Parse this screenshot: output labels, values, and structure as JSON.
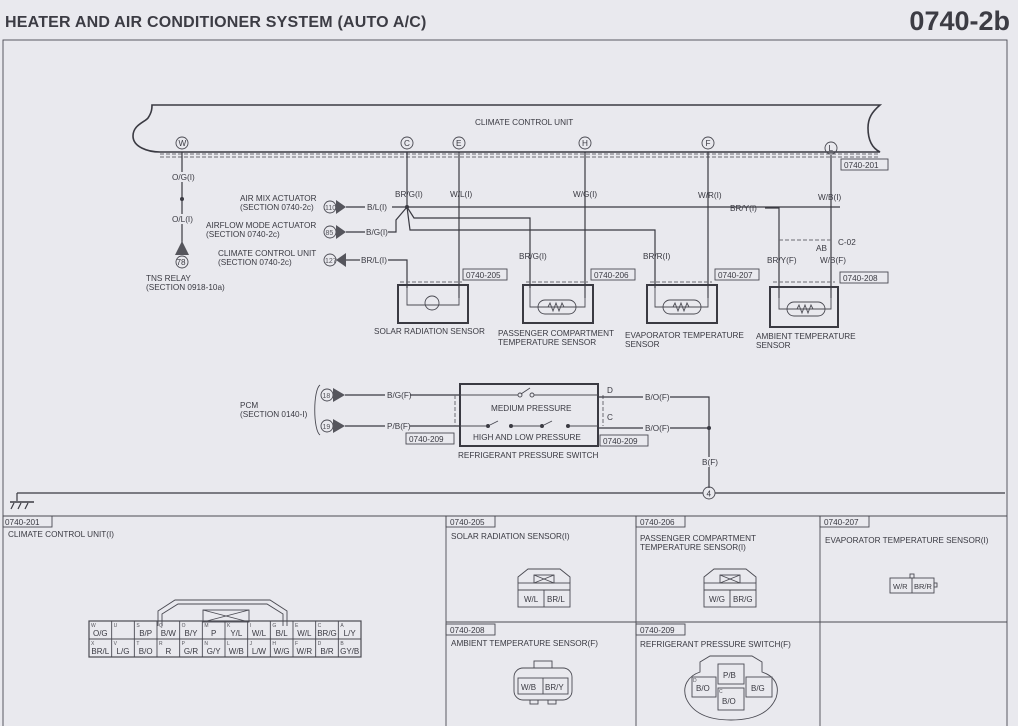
{
  "header": {
    "title": "HEATER AND AIR CONDITIONER SYSTEM (AUTO A/C)",
    "page_number": "0740-2b"
  },
  "schematic": {
    "ccu_label": "CLIMATE CONTROL UNIT",
    "ccu_connector_ref": "0740-201",
    "terminals": [
      "W",
      "C",
      "E",
      "H",
      "F",
      "L"
    ],
    "wires": {
      "og": "O/G(I)",
      "ol": "O/L(I)",
      "brg_i": "BR/G(I)",
      "wl_i": "W/L(I)",
      "wg_i": "W/G(I)",
      "wr_i": "W/R(I)",
      "wb_i": "W/B(I)",
      "bl_i": "B/L(I)",
      "bg_i": "B/G(I)",
      "brl_i": "BR/L(I)",
      "bry_i": "BR/Y(I)",
      "brg_i2": "BR/G(I)",
      "brr_i": "BR/R(I)",
      "bry_f": "BR/Y(F)",
      "wb_f": "W/B(F)",
      "bg_f": "B/G(F)",
      "pb_f": "P/B(F)",
      "bo_f1": "B/O(F)",
      "bo_f2": "B/O(F)",
      "b_f": "B(F)"
    },
    "tns_relay": {
      "pin": "78",
      "label": "TNS RELAY",
      "section": "(SECTION 0918-10a)"
    },
    "air_mix": {
      "pin": "110",
      "label": "AIR MIX ACTUATOR",
      "section": "(SECTION 0740-2c)"
    },
    "airflow": {
      "pin": "85",
      "label": "AIRFLOW MODE ACTUATOR",
      "section": "(SECTION 0740-2c)"
    },
    "ccu_ref": {
      "pin": "127",
      "label": "CLIMATE CONTROL UNIT",
      "section": "(SECTION 0740-2c)"
    },
    "joint": {
      "label": "C-02",
      "pins": "AB"
    },
    "sensors": [
      {
        "ref": "0740-205",
        "name": "SOLAR RADIATION SENSOR",
        "name2": ""
      },
      {
        "ref": "0740-206",
        "name": "PASSENGER COMPARTMENT",
        "name2": "TEMPERATURE SENSOR"
      },
      {
        "ref": "0740-207",
        "name": "EVAPORATOR TEMPERATURE",
        "name2": "SENSOR"
      },
      {
        "ref": "0740-208",
        "name": "AMBIENT TEMPERATURE",
        "name2": "SENSOR"
      }
    ],
    "pcm": {
      "label": "PCM",
      "section": "(SECTION 0140-I)",
      "pins": [
        "18",
        "19"
      ]
    },
    "pressure_switch": {
      "name": "REFRIGERANT PRESSURE SWITCH",
      "medium": "MEDIUM PRESSURE",
      "high_low": "HIGH AND LOW PRESSURE",
      "ref_left": "0740-209",
      "ref_right": "0740-209",
      "term_d": "D",
      "term_c": "C"
    },
    "ground_point": "4"
  },
  "connectors": {
    "ccu": {
      "ref": "0740-201",
      "title": "CLIMATE CONTROL UNIT(I)",
      "top_row": [
        {
          "pin": "W",
          "wire": "O/G"
        },
        {
          "pin": "U",
          "wire": ""
        },
        {
          "pin": "S",
          "wire": "B/P"
        },
        {
          "pin": "Q",
          "wire": "B/W"
        },
        {
          "pin": "O",
          "wire": "B/Y"
        },
        {
          "pin": "M",
          "wire": "P"
        },
        {
          "pin": "K",
          "wire": "Y/L"
        },
        {
          "pin": "I",
          "wire": "W/L"
        },
        {
          "pin": "G",
          "wire": "B/L"
        },
        {
          "pin": "E",
          "wire": "W/L"
        },
        {
          "pin": "C",
          "wire": "BR/G"
        },
        {
          "pin": "A",
          "wire": "L/Y"
        }
      ],
      "bottom_row": [
        {
          "pin": "X",
          "wire": "BR/L"
        },
        {
          "pin": "V",
          "wire": "L/G"
        },
        {
          "pin": "T",
          "wire": "B/O"
        },
        {
          "pin": "R",
          "wire": "R"
        },
        {
          "pin": "P",
          "wire": "G/R"
        },
        {
          "pin": "N",
          "wire": "G/Y"
        },
        {
          "pin": "L",
          "wire": "W/B"
        },
        {
          "pin": "J",
          "wire": "L/W"
        },
        {
          "pin": "H",
          "wire": "W/G"
        },
        {
          "pin": "F",
          "wire": "W/R"
        },
        {
          "pin": "D",
          "wire": "B/R"
        },
        {
          "pin": "B",
          "wire": "GY/B"
        }
      ]
    },
    "solar": {
      "ref": "0740-205",
      "title": "SOLAR RADIATION SENSOR(I)",
      "pins": [
        "W/L",
        "BR/L"
      ]
    },
    "passenger": {
      "ref": "0740-206",
      "title1": "PASSENGER COMPARTMENT",
      "title2": "TEMPERATURE SENSOR(I)",
      "pins": [
        "W/G",
        "BR/G"
      ]
    },
    "evaporator": {
      "ref": "0740-207",
      "title": "EVAPORATOR TEMPERATURE SENSOR(I)",
      "pins": [
        "W/R",
        "BR/R"
      ]
    },
    "ambient": {
      "ref": "0740-208",
      "title": "AMBIENT TEMPERATURE SENSOR(F)",
      "pins": [
        "W/B",
        "BR/Y"
      ]
    },
    "pressure": {
      "ref": "0740-209",
      "title": "REFRIGERANT PRESSURE SWITCH(F)",
      "pins": {
        "top": "P/B",
        "left": "B/O",
        "right": "B/G",
        "bottom": "B/O",
        "left_pin": "D",
        "bottom_pin": "C"
      }
    }
  }
}
